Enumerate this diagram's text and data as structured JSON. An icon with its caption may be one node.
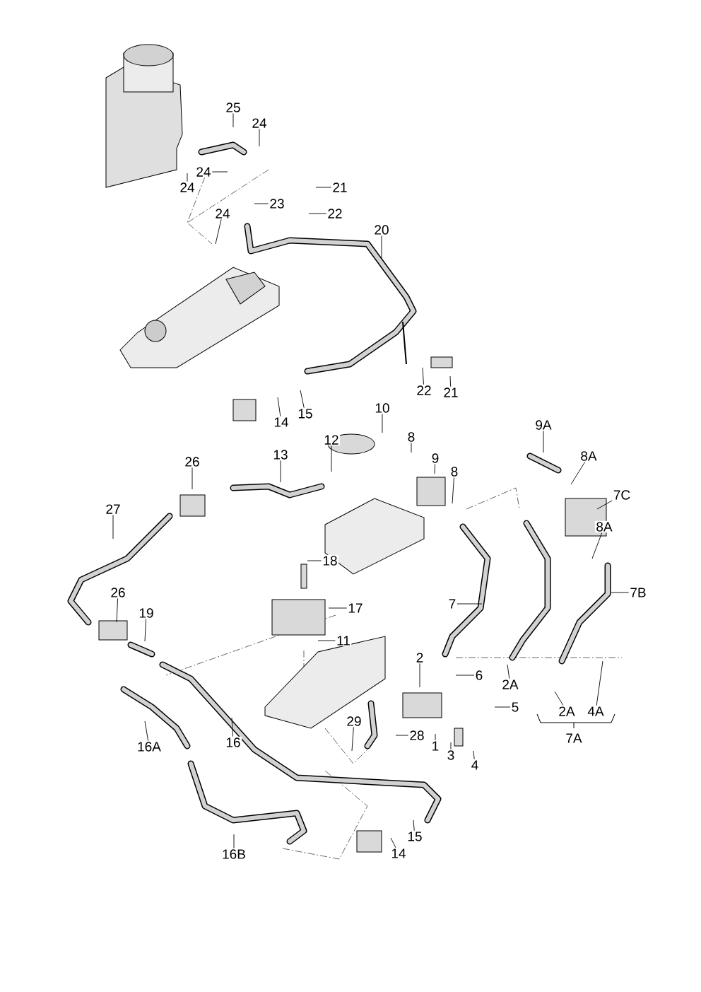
{
  "diagram": {
    "nodes": [
      {
        "text": [
          "25"
        ]
      },
      {
        "text": [
          "24"
        ]
      },
      {
        "text": [
          "24"
        ]
      },
      {
        "text": [
          "24"
        ]
      },
      {
        "text": [
          "21"
        ]
      },
      {
        "text": [
          "23"
        ]
      },
      {
        "text": [
          "22"
        ]
      },
      {
        "text": [
          "24"
        ]
      },
      {
        "text": [
          "20"
        ]
      },
      {
        "text": [
          "22"
        ]
      },
      {
        "text": [
          "21"
        ]
      },
      {
        "text": [
          "15"
        ]
      },
      {
        "text": [
          "14"
        ]
      },
      {
        "text": [
          "10"
        ]
      },
      {
        "text": [
          "9A"
        ]
      },
      {
        "text": [
          "12"
        ]
      },
      {
        "text": [
          "8"
        ]
      },
      {
        "text": [
          "13"
        ]
      },
      {
        "text": [
          "8A"
        ]
      },
      {
        "text": [
          "9"
        ]
      },
      {
        "text": [
          "26"
        ]
      },
      {
        "text": [
          "8"
        ]
      },
      {
        "text": [
          "7C"
        ]
      },
      {
        "text": [
          "27"
        ]
      },
      {
        "text": [
          "8A"
        ]
      },
      {
        "text": [
          "18"
        ]
      },
      {
        "text": [
          "26"
        ]
      },
      {
        "text": [
          "7B"
        ]
      },
      {
        "text": [
          "7"
        ]
      },
      {
        "text": [
          "17"
        ]
      },
      {
        "text": [
          "19"
        ]
      },
      {
        "text": [
          "11"
        ]
      },
      {
        "text": [
          "2"
        ]
      },
      {
        "text": [
          "6"
        ]
      },
      {
        "text": [
          "2A"
        ]
      },
      {
        "text": [
          "5"
        ]
      },
      {
        "text": [
          "2A"
        ]
      },
      {
        "text": [
          "4A"
        ]
      },
      {
        "text": [
          "29"
        ]
      },
      {
        "text": [
          "28"
        ]
      },
      {
        "text": [
          "7A"
        ]
      },
      {
        "text": [
          "1"
        ]
      },
      {
        "text": [
          "16"
        ]
      },
      {
        "text": [
          "16A"
        ]
      },
      {
        "text": [
          "3"
        ]
      },
      {
        "text": [
          "4"
        ]
      },
      {
        "text": [
          "15"
        ]
      },
      {
        "text": [
          "14"
        ]
      },
      {
        "text": [
          "16B"
        ]
      }
    ],
    "edges": [
      {
        "from": 0,
        "to": null,
        "arrow": "none"
      },
      {
        "from": 1,
        "to": null,
        "arrow": "none"
      },
      {
        "from": 2,
        "to": null,
        "arrow": "none"
      },
      {
        "from": 3,
        "to": null,
        "arrow": "none"
      },
      {
        "from": 4,
        "to": null,
        "arrow": "none"
      },
      {
        "from": 5,
        "to": null,
        "arrow": "none"
      },
      {
        "from": 6,
        "to": null,
        "arrow": "none"
      },
      {
        "from": 7,
        "to": null,
        "arrow": "none"
      },
      {
        "from": 8,
        "to": null,
        "arrow": "none"
      },
      {
        "from": 9,
        "to": null,
        "arrow": "none"
      },
      {
        "from": 10,
        "to": null,
        "arrow": "none"
      },
      {
        "from": 11,
        "to": null,
        "arrow": "none"
      },
      {
        "from": 12,
        "to": null,
        "arrow": "none"
      },
      {
        "from": 13,
        "to": null,
        "arrow": "none"
      },
      {
        "from": 14,
        "to": null,
        "arrow": "none"
      },
      {
        "from": 15,
        "to": null,
        "arrow": "none"
      },
      {
        "from": 16,
        "to": null,
        "arrow": "none"
      },
      {
        "from": 17,
        "to": null,
        "arrow": "none"
      },
      {
        "from": 18,
        "to": null,
        "arrow": "none"
      },
      {
        "from": 19,
        "to": null,
        "arrow": "none"
      },
      {
        "from": 20,
        "to": null,
        "arrow": "none"
      },
      {
        "from": 21,
        "to": null,
        "arrow": "none"
      },
      {
        "from": 22,
        "to": null,
        "arrow": "none"
      },
      {
        "from": 23,
        "to": null,
        "arrow": "none"
      },
      {
        "from": 24,
        "to": null,
        "arrow": "none"
      },
      {
        "from": 25,
        "to": null,
        "arrow": "none"
      },
      {
        "from": 26,
        "to": null,
        "arrow": "none"
      },
      {
        "from": 27,
        "to": null,
        "arrow": "none"
      },
      {
        "from": 28,
        "to": null,
        "arrow": "none"
      },
      {
        "from": 29,
        "to": null,
        "arrow": "none"
      },
      {
        "from": 30,
        "to": null,
        "arrow": "none"
      },
      {
        "from": 31,
        "to": null,
        "arrow": "none"
      },
      {
        "from": 32,
        "to": null,
        "arrow": "none"
      },
      {
        "from": 33,
        "to": null,
        "arrow": "none"
      },
      {
        "from": 34,
        "to": null,
        "arrow": "none"
      },
      {
        "from": 35,
        "to": null,
        "arrow": "none"
      },
      {
        "from": 36,
        "to": null,
        "arrow": "none"
      },
      {
        "from": 37,
        "to": null,
        "arrow": "none"
      },
      {
        "from": 38,
        "to": null,
        "arrow": "none"
      },
      {
        "from": 39,
        "to": null,
        "arrow": "none"
      },
      {
        "from": 41,
        "to": null,
        "arrow": "none"
      },
      {
        "from": 42,
        "to": null,
        "arrow": "none"
      },
      {
        "from": 43,
        "to": null,
        "arrow": "none"
      },
      {
        "from": 44,
        "to": null,
        "arrow": "none"
      },
      {
        "from": 45,
        "to": null,
        "arrow": "none"
      },
      {
        "from": 46,
        "to": null,
        "arrow": "none"
      },
      {
        "from": 47,
        "to": null,
        "arrow": "none"
      },
      {
        "from": 48,
        "to": null,
        "arrow": "none"
      }
    ]
  }
}
